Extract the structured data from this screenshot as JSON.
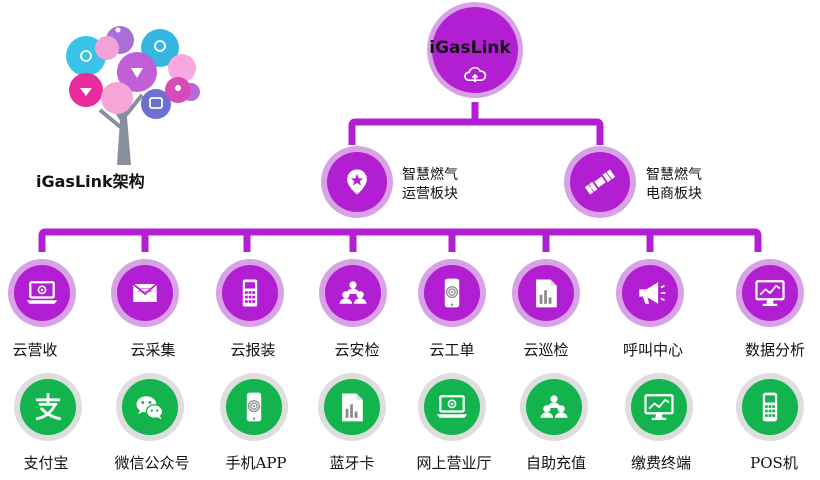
{
  "logo": {
    "title": "iGasLink架构"
  },
  "root": {
    "title": "iGasLink"
  },
  "branches": [
    {
      "line1": "智慧燃气",
      "line2": "运营板块"
    },
    {
      "line1": "智慧燃气",
      "line2": "电商板块"
    }
  ],
  "modules": [
    "云营收",
    "云采集",
    "云报装",
    "云安检",
    "云工单",
    "云巡检",
    "呼叫中心",
    "数据分析"
  ],
  "channels": [
    "支付宝",
    "微信公众号",
    "手机APP",
    "蓝牙卡",
    "网上营业厅",
    "自助充值",
    "缴费终端",
    "POS机"
  ],
  "colors": {
    "purple": "#b21fd2",
    "purple_ring": "#d7a3e6",
    "green": "#13b44d",
    "gray_ring": "#dedede"
  },
  "icons": {
    "modules": [
      "laptop-icon",
      "envelope-icon",
      "calculator-icon",
      "users-icon",
      "phone-target-icon",
      "document-chart-icon",
      "megaphone-icon",
      "monitor-chart-icon"
    ],
    "channels": [
      "alipay-icon",
      "wechat-icon",
      "phone-target-icon",
      "document-chart-icon",
      "laptop-icon",
      "users-icon",
      "monitor-chart-icon",
      "pos-calculator-icon"
    ]
  }
}
